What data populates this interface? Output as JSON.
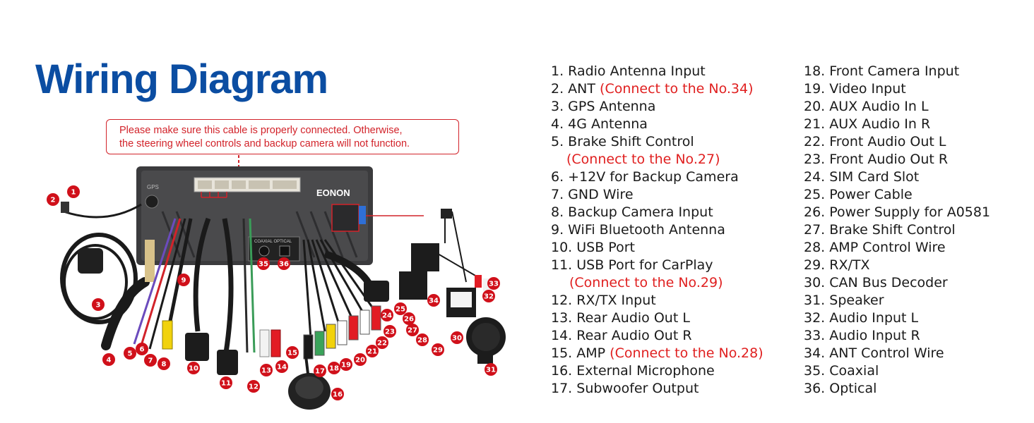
{
  "title": "Wiring Diagram",
  "warning": {
    "line1": "Please make sure this cable is properly connected. Otherwise,",
    "line2": "the steering wheel controls and backup camera will not function."
  },
  "brand_logo": "EONON",
  "unit_port_labels": {
    "gps": "GPS",
    "coaxial_optical": "COAXIAL  OPTICAL"
  },
  "colors": {
    "title": "#0b4da2",
    "accent_red": "#d2232a",
    "badge": "#d0101a",
    "text": "#1a1a1a"
  },
  "legend_col1": [
    {
      "text": "1. Radio Antenna Input"
    },
    {
      "text": "2. ANT ",
      "note": "(Connect to the No.34)"
    },
    {
      "text": "3. GPS Antenna"
    },
    {
      "text": "4. 4G Antenna"
    },
    {
      "text": "5. Brake Shift Control"
    },
    {
      "text": "",
      "note": "(Connect to the No.27)",
      "indent": 1
    },
    {
      "text": "6. +12V for Backup Camera"
    },
    {
      "text": "7. GND Wire"
    },
    {
      "text": "8. Backup Camera Input"
    },
    {
      "text": "9. WiFi Bluetooth Antenna"
    },
    {
      "text": "10. USB Port"
    },
    {
      "text": "11. USB Port for CarPlay"
    },
    {
      "text": "",
      "note": "(Connect to the No.29)",
      "indent": 2
    },
    {
      "text": "12. RX/TX Input"
    },
    {
      "text": "13. Rear Audio Out L"
    },
    {
      "text": "14. Rear Audio Out R"
    },
    {
      "text": "15. AMP ",
      "note": "(Connect to the No.28)"
    },
    {
      "text": "16. External Microphone"
    },
    {
      "text": "17. Subwoofer Output"
    }
  ],
  "legend_col2": [
    {
      "text": "18. Front Camera Input"
    },
    {
      "text": "19. Video Input"
    },
    {
      "text": "20. AUX Audio In L"
    },
    {
      "text": "21. AUX Audio In R"
    },
    {
      "text": "22. Front Audio Out L"
    },
    {
      "text": "23. Front Audio Out R"
    },
    {
      "text": "24. SIM Card Slot"
    },
    {
      "text": "25. Power Cable"
    },
    {
      "text": "26. Power Supply for A0581"
    },
    {
      "text": "27. Brake Shift Control"
    },
    {
      "text": "28. AMP Control Wire"
    },
    {
      "text": "29. RX/TX"
    },
    {
      "text": "30. CAN Bus Decoder"
    },
    {
      "text": "31. Speaker"
    },
    {
      "text": "32. Audio Input L"
    },
    {
      "text": "33. Audio Input R"
    },
    {
      "text": "34. ANT Control Wire"
    },
    {
      "text": "35. Coaxial"
    },
    {
      "text": "36. Optical"
    }
  ],
  "badges": [
    "1",
    "2",
    "3",
    "4",
    "5",
    "6",
    "7",
    "8",
    "9",
    "10",
    "11",
    "12",
    "13",
    "14",
    "15",
    "16",
    "17",
    "18",
    "19",
    "20",
    "21",
    "22",
    "23",
    "24",
    "25",
    "26",
    "27",
    "28",
    "29",
    "30",
    "31",
    "32",
    "33",
    "34",
    "35",
    "36"
  ]
}
